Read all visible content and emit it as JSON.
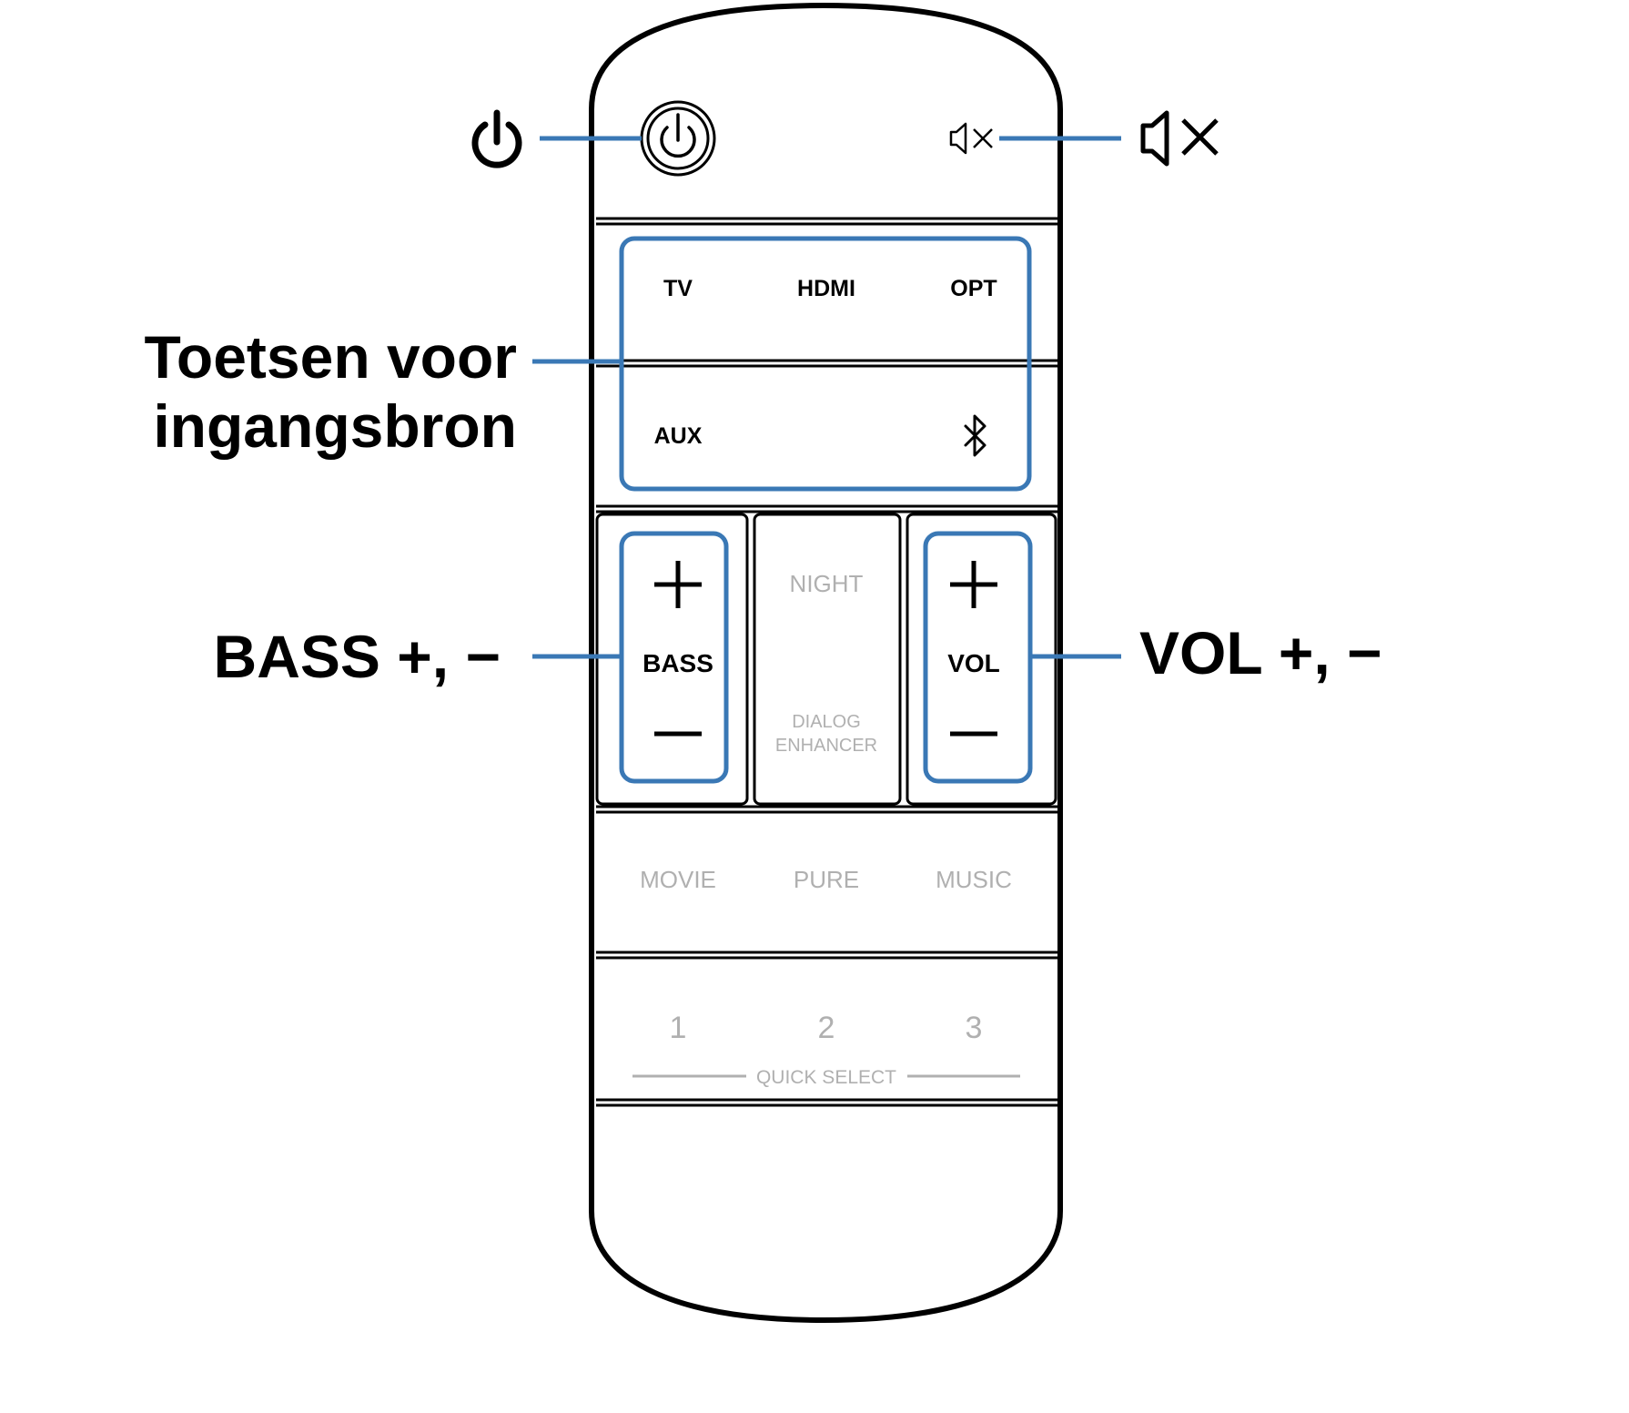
{
  "callouts": {
    "input_source": [
      "Toetsen voor",
      "ingangsbron"
    ],
    "bass": "BASS +, −",
    "vol": "VOL +, −"
  },
  "remote": {
    "input_row1": [
      "TV",
      "HDMI",
      "OPT"
    ],
    "input_row2_left": "AUX",
    "bass_label": "BASS",
    "vol_label": "VOL",
    "night": "NIGHT",
    "dialog_enhancer": [
      "DIALOG",
      "ENHANCER"
    ],
    "modes": [
      "MOVIE",
      "PURE",
      "MUSIC"
    ],
    "quick_numbers": [
      "1",
      "2",
      "3"
    ],
    "quick_select": "QUICK SELECT"
  },
  "colors": {
    "highlight": "#3a78b5",
    "outline": "#000000",
    "inactive": "#b0b0b0"
  },
  "icons": [
    "power-icon",
    "mute-icon",
    "bluetooth-icon",
    "plus-icon",
    "minus-icon"
  ]
}
